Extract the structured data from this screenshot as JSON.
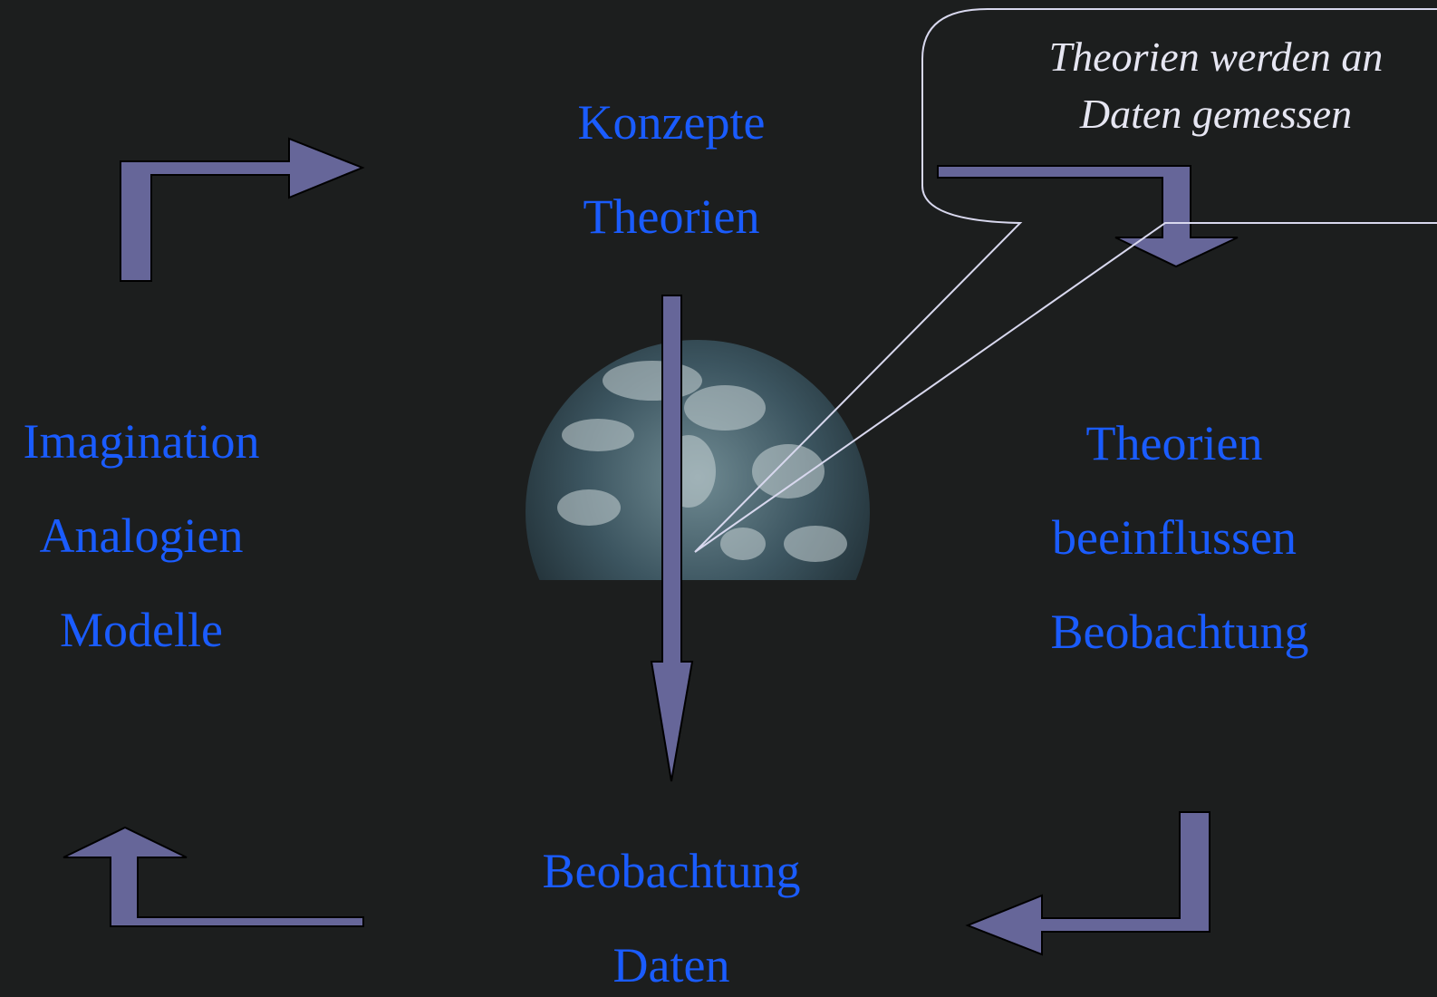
{
  "diagram": {
    "top_concepts": {
      "line1": "Konzepte",
      "line2": "Theorien"
    },
    "left_group": {
      "line1": "Imagination",
      "line2": "Analogien",
      "line3": "Modelle"
    },
    "right_group": {
      "line1": "Theorien",
      "line2": "beeinflussen",
      "line3": "Beobachtung"
    },
    "bottom_group": {
      "line1": "Beobachtung",
      "line2": "Daten"
    },
    "callout": {
      "line1": "Theorien werden an",
      "line2": "Daten gemessen"
    }
  },
  "colors": {
    "background": "#1c1e1e",
    "label_text": "#1a5cff",
    "arrow_fill": "#666699",
    "callout_text": "#e6e6f2",
    "callout_outline": "#d8d8ee"
  },
  "icons": {
    "earth": "earth-globe-icon"
  }
}
